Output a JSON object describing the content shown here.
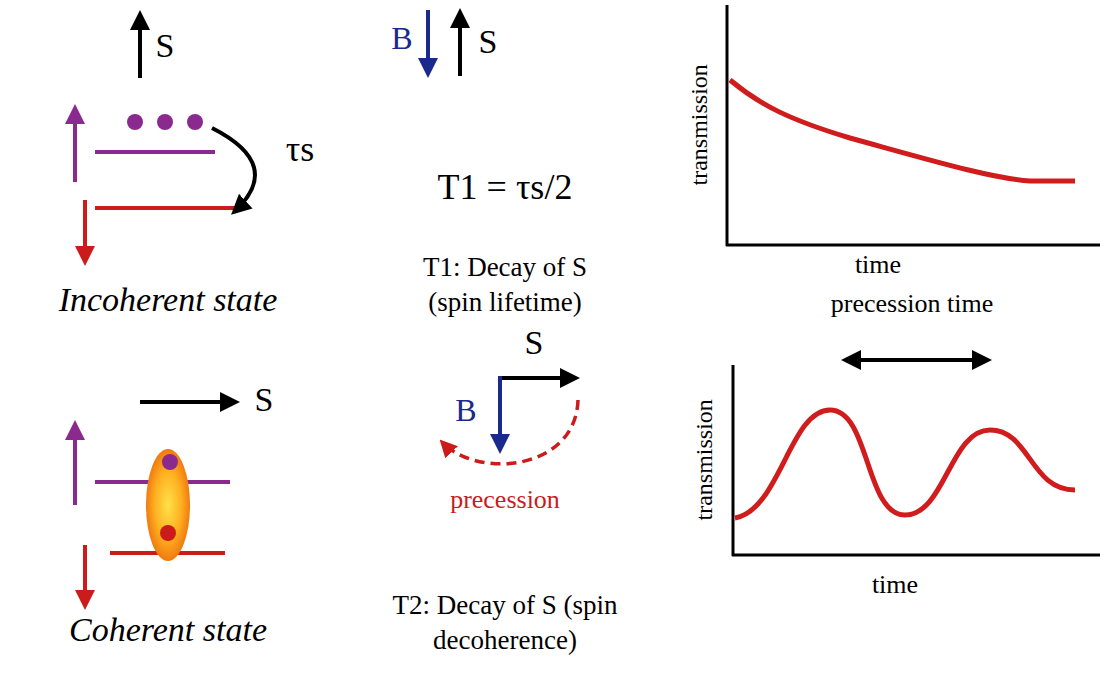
{
  "diagram": {
    "labels": [
      "S",
      "τs",
      "Incoherent state",
      "B",
      "S",
      "T1 = τs/2",
      "T1: Decay of S (spin lifetime)",
      "transmission",
      "time",
      "precession time",
      "S",
      "B",
      "S",
      "precession",
      "transmission",
      "time",
      "Coherent state",
      "T2: Decay of S (spin decoherence)"
    ]
  }
}
